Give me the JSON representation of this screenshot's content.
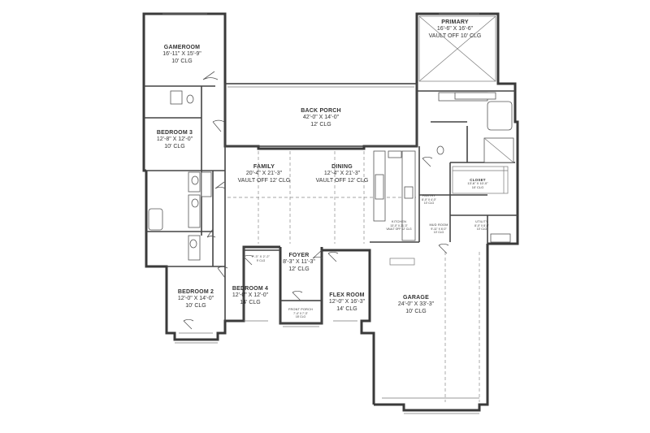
{
  "rooms": {
    "primary": {
      "name": "PRIMARY",
      "dims": "16'-6\" X 16'-6\"",
      "clg": "VAULT OFF 10' CLG"
    },
    "gameroom": {
      "name": "GAMEROOM",
      "dims": "16'-11\" X 15'-9\"",
      "clg": "10' CLG"
    },
    "back_porch": {
      "name": "BACK PORCH",
      "dims": "42'-0\" X 14'-0\"",
      "clg": "12' CLG"
    },
    "bedroom3": {
      "name": "BEDROOM 3",
      "dims": "12'-8\" X 12'-0\"",
      "clg": "10' CLG"
    },
    "family": {
      "name": "FAMILY",
      "dims": "20'-4\" X 21'-3\"",
      "clg": "VAULT OFF 12' CLG"
    },
    "dining": {
      "name": "DINING",
      "dims": "12'-4\" X 21'-3\"",
      "clg": "VAULT OFF 12' CLG"
    },
    "closet": {
      "name": "CLOSET",
      "dims": "13'-6\" X 10'-0\"",
      "clg": "10' CLG"
    },
    "pantry": {
      "name": "PANTRY",
      "dims": "8'-0\" X 4'-0\"",
      "clg": "10' CLG"
    },
    "kitchen": {
      "name": "KITCHEN",
      "dims": "13'-0\" X 21'-3\"",
      "clg": "VAULT OFF 12' CLG"
    },
    "mud_room": {
      "name": "MUD ROOM",
      "dims": "9'-11\" X 6'-0\"",
      "clg": "10' CLG"
    },
    "utility": {
      "name": "UTILITY",
      "dims": "8'-0\" X 8'-6\"",
      "clg": "10' CLG"
    },
    "foyer": {
      "name": "FOYER",
      "dims": "8'-3\" X 11'-3\"",
      "clg": "12' CLG"
    },
    "bedroom2": {
      "name": "BEDROOM 2",
      "dims": "12'-0\" X 14'-0\"",
      "clg": "10' CLG"
    },
    "bedroom4": {
      "name": "BEDROOM 4",
      "dims": "12'-0\" X 12'-0\"",
      "clg": "14' CLG"
    },
    "flex_room": {
      "name": "FLEX ROOM",
      "dims": "12'-0\" X 16'-3\"",
      "clg": "14' CLG"
    },
    "garage": {
      "name": "GARAGE",
      "dims": "24'-0\" X 33'-3\"",
      "clg": "10' CLG"
    },
    "front_porch": {
      "name": "FRONT PORCH",
      "dims": "7'-4\" X 7'-3\"",
      "clg": "18' CLG"
    },
    "wic": {
      "name": "7'-3\" X 2'-2\"",
      "dims": "9' CLG"
    }
  }
}
